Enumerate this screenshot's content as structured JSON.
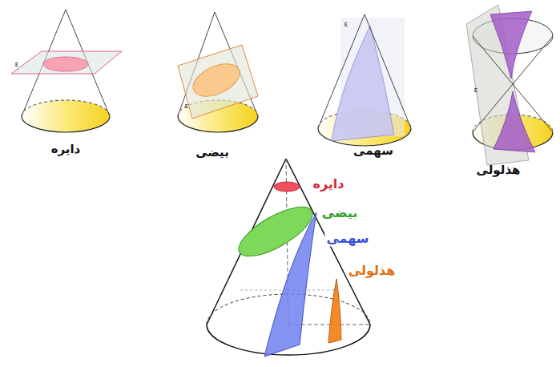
{
  "diagram": {
    "labels": [
      "دایره",
      "بیضی",
      "سهمی",
      "هذلولی",
      "دایره",
      "بیضی",
      "سهمی",
      "هذلولی",
      "ε",
      "ε",
      "ε",
      "ε"
    ]
  }
}
